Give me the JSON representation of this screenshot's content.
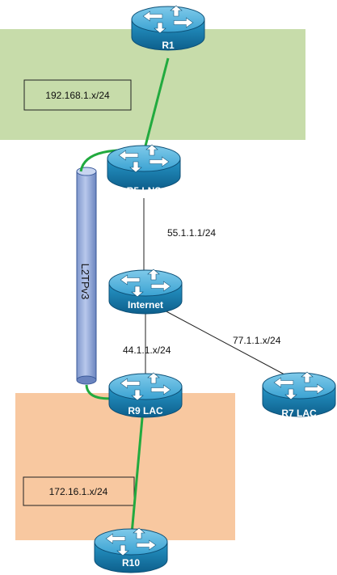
{
  "colors": {
    "top_zone": "#c7dcaa",
    "bottom_zone": "#f8c8a0",
    "tunnel_fill": "#93a9d8",
    "tunnel_stroke": "#3b5a9a",
    "green_link": "#22aa3f",
    "black_link": "#222222",
    "router_body": "#1a86b8",
    "router_top": "#5cb8e0"
  },
  "routers": {
    "r1": {
      "label": "R1"
    },
    "r5": {
      "label": "R5 LNS"
    },
    "internet": {
      "label": "Internet"
    },
    "r9": {
      "label": "R9 LAC"
    },
    "r7": {
      "label": "R7 LAC"
    },
    "r10": {
      "label": "R10"
    }
  },
  "subnets": {
    "top": "192.168.1.x/24",
    "r5_internet": "55.1.1.1/24",
    "r7_internet": "77.1.1.x/24",
    "r9_internet": "44.1.1.x/24",
    "bottom": "172.16.1.x/24"
  },
  "tunnel": {
    "label": "L2TPv3"
  }
}
